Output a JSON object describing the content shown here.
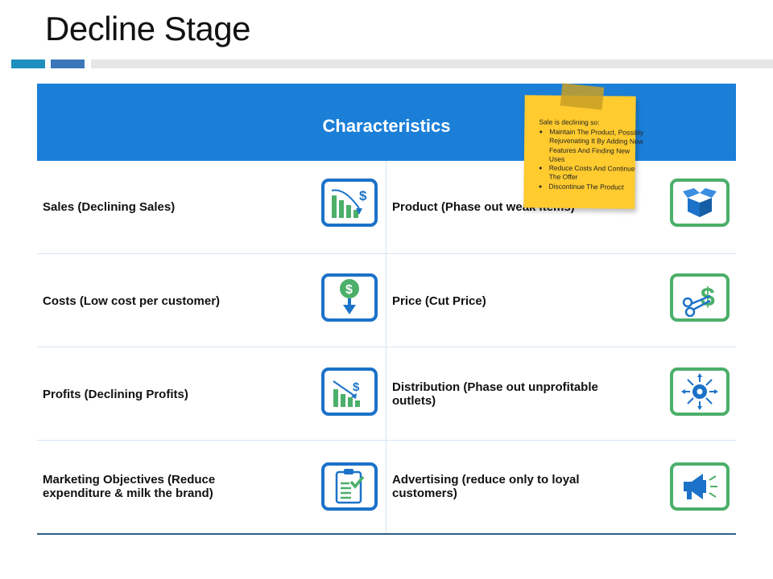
{
  "title": "Decline Stage",
  "table": {
    "header": "Characteristics",
    "rows": [
      {
        "left": "Sales (Declining Sales)",
        "right": "Product (Phase out weak items)"
      },
      {
        "left": "Costs (Low cost per customer)",
        "right": "Price (Cut Price)"
      },
      {
        "left": "Profits (Declining Profits)",
        "right": "Distribution (Phase out unprofitable outlets)"
      },
      {
        "left": "Marketing Objectives (Reduce expenditure & milk the brand)",
        "right": "Advertising (reduce only to loyal customers)"
      }
    ],
    "icons": {
      "left": [
        "declining-sales-chart-icon",
        "dollar-down-arrow-icon",
        "declining-profit-chart-icon",
        "clipboard-checklist-icon"
      ],
      "right": [
        "open-box-icon",
        "scissors-dollar-icon",
        "distribution-network-icon",
        "megaphone-icon"
      ]
    }
  },
  "note": {
    "heading": "Sale is declining so:",
    "items": [
      "Maintain The Product, Possibly Rejuvenating It By Adding New Features And Finding New Uses",
      "Reduce Costs And Continue The Offer",
      "Discontinue The Product"
    ]
  },
  "colors": {
    "header_blue": "#1b7fd8",
    "icon_blue": "#1b72c8",
    "icon_green": "#4caf6a",
    "note_yellow": "#ffcb2f"
  }
}
